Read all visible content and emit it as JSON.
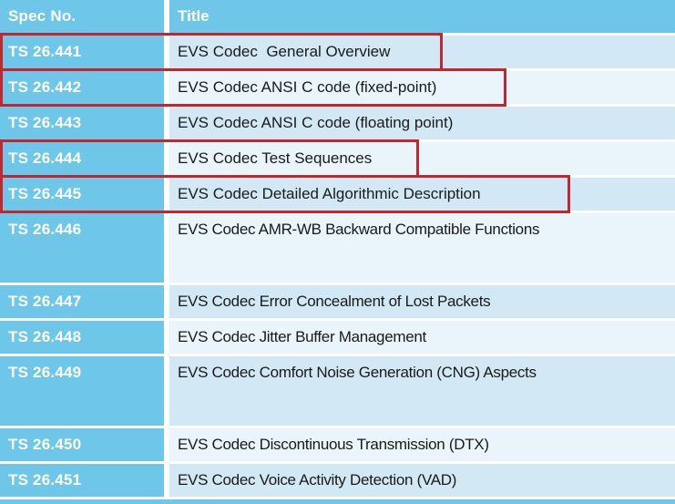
{
  "palette": {
    "cyan": "#6EC6E9",
    "row_odd": "#D2E8F5",
    "row_even": "#EAF4FB",
    "highlight_red": "#C4262E",
    "header_text": "#FFFFFF",
    "title_text": "#1A1A1A"
  },
  "table": {
    "columns": [
      "Spec No.",
      "Title"
    ],
    "rows": [
      {
        "spec": "TS 26.441",
        "title": "EVS Codec  General Overview",
        "highlighted": true
      },
      {
        "spec": "TS 26.442",
        "title": "EVS Codec ANSI C code (fixed-point)",
        "highlighted": true
      },
      {
        "spec": "TS 26.443",
        "title": "EVS Codec ANSI C code (floating point)",
        "highlighted": false
      },
      {
        "spec": "TS 26.444",
        "title": "EVS Codec Test Sequences",
        "highlighted": true
      },
      {
        "spec": "TS 26.445",
        "title": "EVS Codec Detailed Algorithmic Description",
        "highlighted": true
      },
      {
        "spec": "TS 26.446",
        "title": "EVS Codec AMR-WB Backward Compatible Functions",
        "highlighted": false
      },
      {
        "spec": "TS 26.447",
        "title": "EVS Codec Error Concealment of Lost Packets",
        "highlighted": false
      },
      {
        "spec": "TS 26.448",
        "title": "EVS Codec Jitter Buffer Management",
        "highlighted": false
      },
      {
        "spec": "TS 26.449",
        "title": "EVS Codec Comfort Noise Generation (CNG) Aspects",
        "highlighted": false
      },
      {
        "spec": "TS 26.450",
        "title": "EVS Codec Discontinuous Transmission (DTX)",
        "highlighted": false
      },
      {
        "spec": "TS 26.451",
        "title": "EVS Codec Voice Activity Detection (VAD)",
        "highlighted": false
      }
    ]
  }
}
